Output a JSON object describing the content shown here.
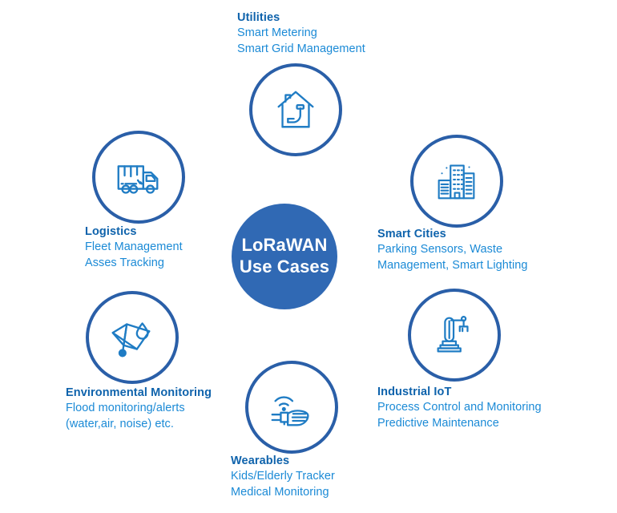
{
  "hub": {
    "line1": "LoRaWAN",
    "line2": "Use Cases",
    "fill_color": "#3069b4",
    "text_color": "#ffffff"
  },
  "theme": {
    "ring_stroke": "#2a5fa8",
    "icon_stroke": "#1f7cc4",
    "title_color": "#0f63ac",
    "subtitle_color": "#1b8ad6",
    "background": "#ffffff"
  },
  "nodes": [
    {
      "id": "utilities",
      "icon": "smart-meter-house-icon",
      "title": "Utilities",
      "lines": [
        "Smart Metering",
        "Smart Grid Management"
      ]
    },
    {
      "id": "logistics",
      "icon": "delivery-truck-icon",
      "title": "Logistics",
      "lines": [
        "Fleet Management",
        "Asses Tracking"
      ]
    },
    {
      "id": "smart-cities",
      "icon": "city-buildings-icon",
      "title": "Smart Cities",
      "lines": [
        "Parking Sensors, Waste",
        "Management, Smart Lighting"
      ]
    },
    {
      "id": "environmental-monitoring",
      "icon": "wiper-water-droplet-icon",
      "title": "Environmental Monitoring",
      "lines": [
        "Flood monitoring/alerts",
        "(water,air, noise) etc."
      ]
    },
    {
      "id": "industrial-iot",
      "icon": "robotic-arm-icon",
      "title": "Industrial IoT",
      "lines": [
        "Process Control and Monitoring",
        "Predictive Maintenance"
      ]
    },
    {
      "id": "wearables",
      "icon": "hand-wristband-signal-icon",
      "title": "Wearables",
      "lines": [
        "Kids/Elderly Tracker",
        "Medical Monitoring"
      ]
    }
  ]
}
